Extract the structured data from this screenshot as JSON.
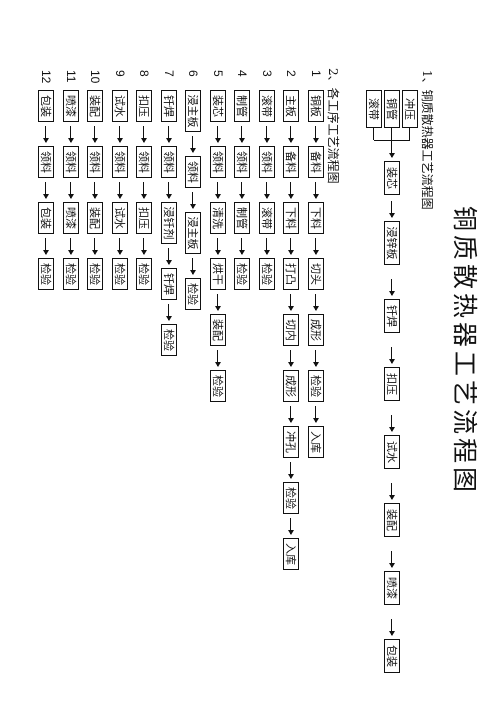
{
  "title": "铜质散热器工艺流程图",
  "section1": {
    "heading": "1、铜质散热器工艺流程图",
    "inputs": [
      "冲压",
      "铜管",
      "滚带"
    ],
    "chain": [
      "装芯",
      "浸锌板",
      "钎焊",
      "扣压",
      "试水",
      "装配",
      "喷漆",
      "包装"
    ]
  },
  "section2": {
    "heading": "2、各工序工艺流程图",
    "rows": [
      {
        "n": "1",
        "steps": [
          "铜板",
          "备料",
          "下料",
          "切头",
          "成形",
          "检验",
          "入库"
        ]
      },
      {
        "n": "2",
        "steps": [
          "主板",
          "备料",
          "下料",
          "打凸",
          "切内",
          "成形",
          "冲孔",
          "检验",
          "入库"
        ]
      },
      {
        "n": "3",
        "steps": [
          "滚带",
          "领料",
          "滚带",
          "检验"
        ]
      },
      {
        "n": "4",
        "steps": [
          "制管",
          "领料",
          "制管",
          "检验"
        ]
      },
      {
        "n": "5",
        "steps": [
          "装芯",
          "领料",
          "清洗",
          "烘干",
          "装配",
          "检验"
        ]
      },
      {
        "n": "6",
        "steps": [
          "浸主板",
          "领料",
          "浸主板",
          "检验"
        ]
      },
      {
        "n": "7",
        "steps": [
          "钎焊",
          "领料",
          "浸钎剂",
          "钎焊",
          "检验"
        ]
      },
      {
        "n": "8",
        "steps": [
          "扣压",
          "领料",
          "扣压",
          "检验"
        ]
      },
      {
        "n": "9",
        "steps": [
          "试水",
          "领料",
          "试水",
          "检验"
        ]
      },
      {
        "n": "10",
        "steps": [
          "装配",
          "领料",
          "装配",
          "检验"
        ]
      },
      {
        "n": "11",
        "steps": [
          "喷漆",
          "领料",
          "喷漆",
          "检验"
        ]
      },
      {
        "n": "12",
        "steps": [
          "包装",
          "领料",
          "包装",
          "检验"
        ]
      }
    ]
  }
}
